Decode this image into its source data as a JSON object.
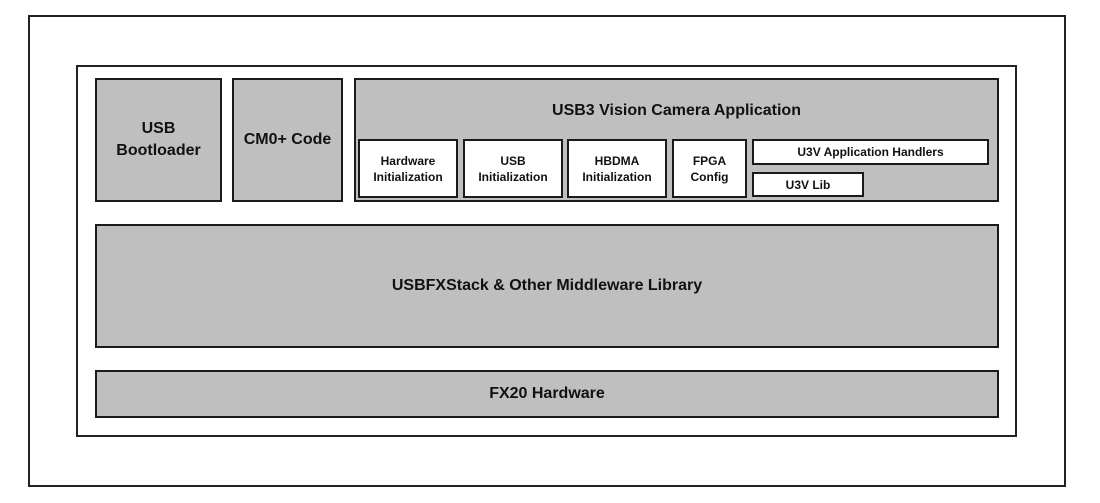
{
  "diagram": {
    "top_row": {
      "usb_bootloader": {
        "line1": "USB",
        "line2": "Bootloader"
      },
      "cm0_code": {
        "label": "CM0+ Code"
      },
      "usb3_app": {
        "title": "USB3 Vision Camera Application",
        "modules": [
          {
            "line1": "Hardware",
            "line2": "Initialization"
          },
          {
            "line1": "USB",
            "line2": "Initialization"
          },
          {
            "line1": "HBDMA",
            "line2": "Initialization"
          },
          {
            "line1": "FPGA",
            "line2": "Config"
          }
        ],
        "u3v_handlers": "U3V Application Handlers",
        "u3v_lib": "U3V Lib"
      }
    },
    "middleware": {
      "label": "USBFXStack & Other Middleware Library"
    },
    "hardware": {
      "label": "FX20 Hardware"
    },
    "colors": {
      "block_fill": "#bfbfbf",
      "module_fill": "#ffffff",
      "border": "#1a1a1a"
    }
  }
}
